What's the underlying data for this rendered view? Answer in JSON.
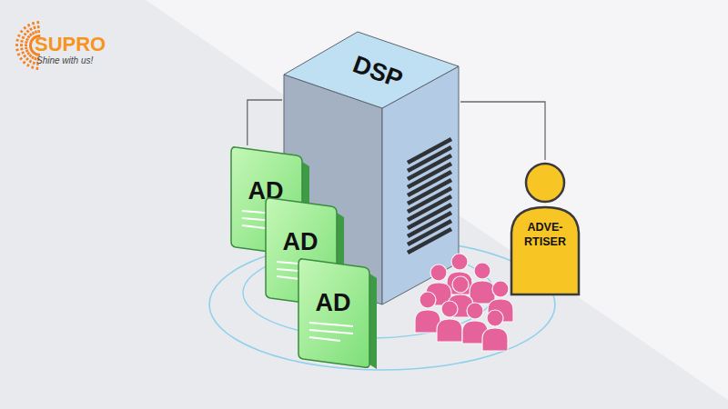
{
  "diagram": {
    "nodes": [
      {
        "text": [
          "DSP"
        ]
      },
      {
        "text": [
          "AD"
        ]
      },
      {
        "text": [
          "AD"
        ]
      },
      {
        "text": [
          "AD"
        ]
      },
      {
        "text": [
          "ADVE- RTISER"
        ]
      }
    ],
    "edges": [
      {
        "from": 0,
        "to": 1,
        "arrow": "none"
      },
      {
        "from": 0,
        "to": 4,
        "arrow": "none"
      }
    ],
    "labels": [
      "SUPRO",
      "Shine with us!"
    ]
  }
}
